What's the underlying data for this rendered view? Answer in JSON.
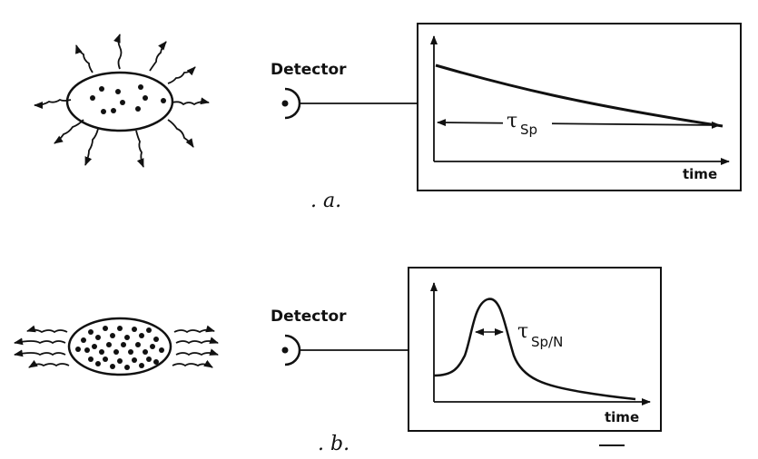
{
  "panels": [
    {
      "id": "a",
      "detector_label": "Detector",
      "time_label": "time",
      "tau_symbol": "τ",
      "tau_subscript": "Sp",
      "panel_label": ". a."
    },
    {
      "id": "b",
      "detector_label": "Detector",
      "time_label": "time",
      "tau_symbol": "τ",
      "tau_subscript": "Sp/N",
      "panel_label": ". b."
    }
  ]
}
